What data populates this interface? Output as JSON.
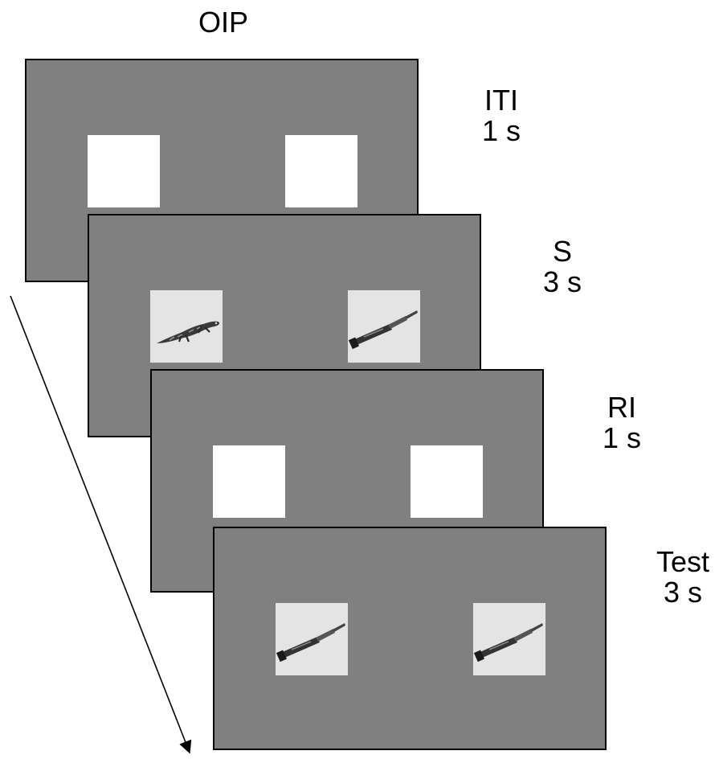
{
  "title": "OIP",
  "frames": [
    {
      "name": "ITI",
      "duration": "1 s",
      "left_content": "blank-square",
      "right_content": "blank-square"
    },
    {
      "name": "S",
      "duration": "3 s",
      "left_content": "lizard-image",
      "right_content": "telescope-image"
    },
    {
      "name": "RI",
      "duration": "1 s",
      "left_content": "blank-square",
      "right_content": "blank-square"
    },
    {
      "name": "Test",
      "duration": "3 s",
      "left_content": "telescope-image",
      "right_content": "telescope-image"
    }
  ],
  "arrow": {
    "direction": "down-right",
    "meaning": "time"
  },
  "colors": {
    "screen": "#808080",
    "square": "#ffffff",
    "image_bg": "#e4e4e4"
  }
}
